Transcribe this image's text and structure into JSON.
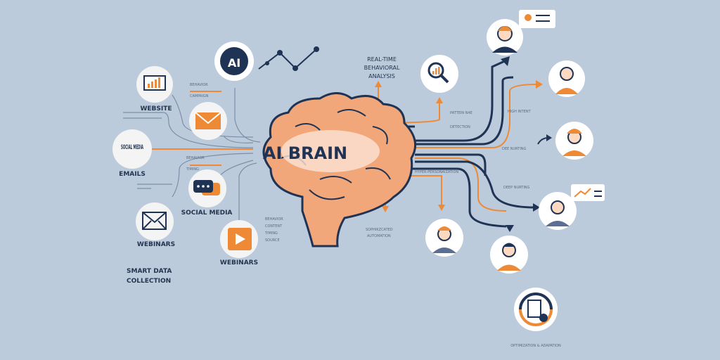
{
  "title": "AI BRAIN",
  "left": {
    "website": "WEBSITE",
    "social_media_1": "SOCIAL MEDIA",
    "emails": "EMAILS",
    "webinars_1": "WEBINARS",
    "social_media_2": "SOCIAL MEDIA",
    "webinars_2": "WEBINARS",
    "section_title_line1": "SMART DATA",
    "section_title_line2": "COLLECTION",
    "small_labels": [
      "BEHAVIOR",
      "CAMPAIGN",
      "BEHAVIOR",
      "TIMING"
    ],
    "video_labels": [
      "BEHAVIOR",
      "CONTENT",
      "TIMING",
      "SOURCE"
    ]
  },
  "center": {
    "analysis_line1": "REAL-TIME",
    "analysis_line2": "BEHAVIORAL",
    "analysis_line3": "ANALYSIS",
    "pattern_line1": "PATTEIN N4E",
    "pattern_line2": "DETECTION",
    "personalization": "HYPER-PERSONAIZATION",
    "automation_line1": "SOPHIKZCATED",
    "automation_line2": "AUTOMATION"
  },
  "right": {
    "high_intent": "HIGH INTENT",
    "deep_nurturing_1": "DEE NURTING",
    "deep_nurturing_2": "DEEP NURTING",
    "optimization": "OPTIMIZATION & ADAPATION"
  },
  "colors": {
    "background": "#bccbdb",
    "navy": "#1f3354",
    "orange": "#ee8a35",
    "brain": "#f2a77a"
  }
}
